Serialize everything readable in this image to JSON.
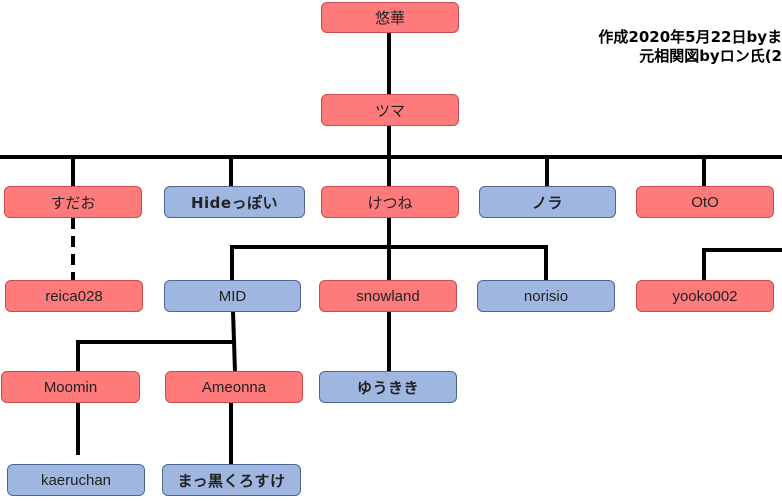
{
  "credit": {
    "line1": "作成2020年5月22日byま",
    "line2": "元相関図byロン氏(2"
  },
  "colors": {
    "female": "#ff7b7b",
    "male": "#9fb6e0",
    "line": "#000000"
  },
  "nodes": {
    "yuka": "悠華",
    "tsuma": "ツマ",
    "sudao": "すだお",
    "hide": "Hideっぽい",
    "ketsune": "けつね",
    "nora": "ノラ",
    "oto": "OtO",
    "reica": "reica028",
    "mid": "MID",
    "snowland": "snowland",
    "norisio": "norisio",
    "yooko": "yooko002",
    "moomin": "Moomin",
    "ameonna": "Ameonna",
    "yuukiki": "ゆうきき",
    "kaeruchan": "kaeruchan",
    "makkuro": "まっ黒くろすけ"
  }
}
